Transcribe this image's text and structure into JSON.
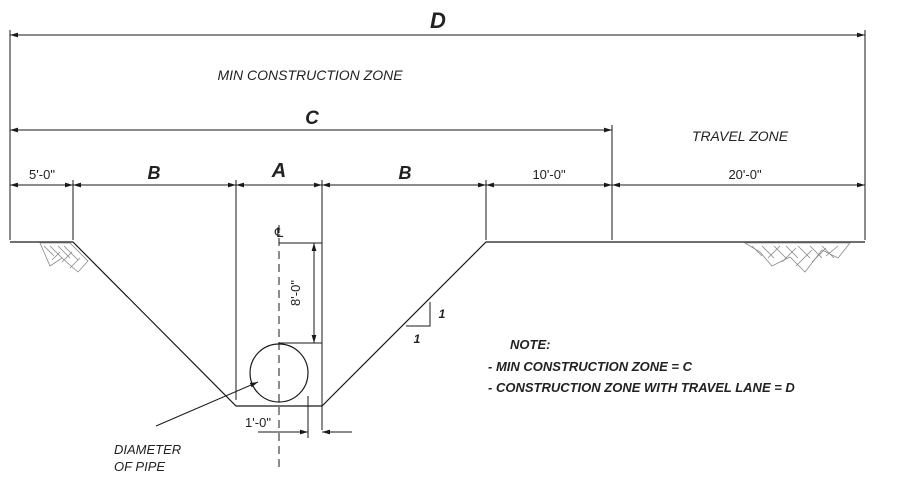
{
  "dimensions": {
    "D": "D",
    "min_construction_zone": "MIN CONSTRUCTION ZONE",
    "C": "C",
    "travel_zone": "TRAVEL ZONE",
    "left_offset": "5'-0\"",
    "B_left": "B",
    "A": "A",
    "B_right": "B",
    "right_offset": "10'-0\"",
    "travel_width": "20'-0\""
  },
  "trench": {
    "centerline_symbol": "℄",
    "cover_depth": "8'-0\"",
    "bedding": "1'-0\"",
    "slope_rise": "1",
    "slope_run": "1",
    "pipe_label_line1": "DIAMETER",
    "pipe_label_line2": "OF PIPE"
  },
  "note": {
    "heading": "NOTE:",
    "line1": "- MIN CONSTRUCTION ZONE = C",
    "line2": "- CONSTRUCTION ZONE WITH TRAVEL LANE = D"
  }
}
